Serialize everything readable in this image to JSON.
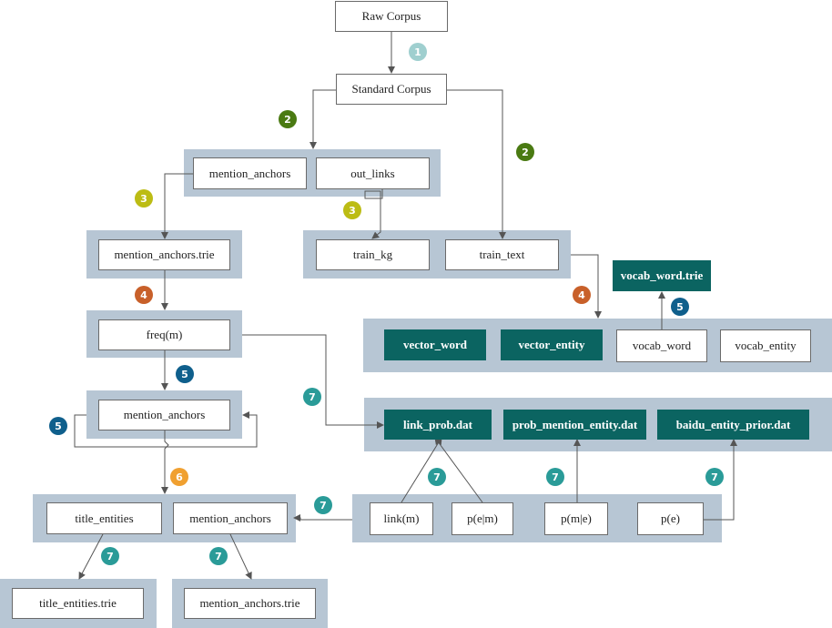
{
  "nodes": {
    "raw_corpus": "Raw Corpus",
    "standard_corpus": "Standard Corpus",
    "mention_anchors_1": "mention_anchors",
    "out_links": "out_links",
    "mention_anchors_trie_1": "mention_anchors.trie",
    "train_kg": "train_kg",
    "train_text": "train_text",
    "vocab_word_trie": "vocab_word.trie",
    "freq_m": "freq(m)",
    "vector_word": "vector_word",
    "vector_entity": "vector_entity",
    "vocab_word": "vocab_word",
    "vocab_entity": "vocab_entity",
    "mention_anchors_2": "mention_anchors",
    "link_prob_dat": "link_prob.dat",
    "prob_mention_entity_dat": "prob_mention_entity.dat",
    "baidu_entity_prior_dat": "baidu_entity_prior.dat",
    "title_entities": "title_entities",
    "mention_anchors_3": "mention_anchors",
    "link_m": "link(m)",
    "p_e_m": "p(e|m)",
    "p_m_e": "p(m|e)",
    "p_e": "p(e)",
    "title_entities_trie": "title_entities.trie",
    "mention_anchors_trie_2": "mention_anchors.trie"
  },
  "steps": {
    "s1": "1",
    "s2a": "2",
    "s2b": "2",
    "s3a": "3",
    "s3b": "3",
    "s4a": "4",
    "s4b": "4",
    "s5a": "5",
    "s5b": "5",
    "s5c": "5",
    "s6": "6",
    "s7a": "7",
    "s7b": "7",
    "s7c": "7",
    "s7d": "7",
    "s7e": "7",
    "s7f": "7",
    "s7g": "7"
  },
  "colors": {
    "group_fill": "#b7c6d4",
    "dark_box": "#0b6461",
    "step1": "#9fcfcf",
    "step2": "#4a7a12",
    "step3": "#bcbc14",
    "step4": "#c8602a",
    "step5": "#0f5f8c",
    "step6": "#f0a030",
    "step7": "#2a9b98",
    "arrow": "#555555"
  }
}
